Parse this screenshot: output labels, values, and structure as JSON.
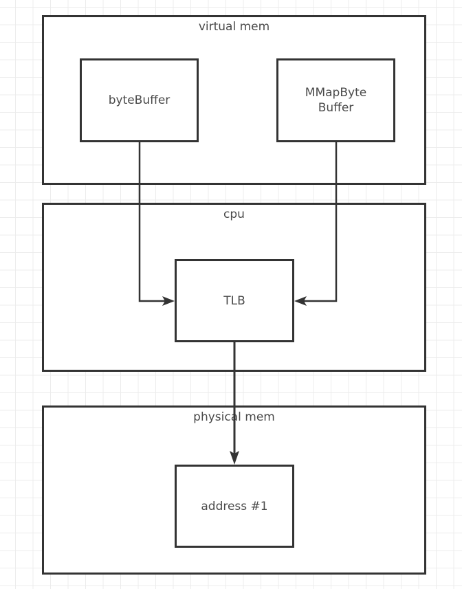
{
  "diagram": {
    "containers": [
      {
        "id": "virtual-mem",
        "label": "virtual mem"
      },
      {
        "id": "cpu",
        "label": "cpu"
      },
      {
        "id": "physical-mem",
        "label": "physical mem"
      }
    ],
    "nodes": [
      {
        "id": "byteBuffer",
        "label": "byteBuffer",
        "container": "virtual-mem"
      },
      {
        "id": "mmapByteBuffer",
        "label": "MMapByte\nBuffer",
        "container": "virtual-mem"
      },
      {
        "id": "tlb",
        "label": "TLB",
        "container": "cpu"
      },
      {
        "id": "address1",
        "label": "address #1",
        "container": "physical-mem"
      }
    ],
    "edges": [
      {
        "from": "byteBuffer",
        "to": "tlb"
      },
      {
        "from": "mmapByteBuffer",
        "to": "tlb"
      },
      {
        "from": "tlb",
        "to": "address1"
      }
    ],
    "colors": {
      "stroke": "#333333",
      "text": "#4a4a4a",
      "grid": "#ececec"
    }
  }
}
